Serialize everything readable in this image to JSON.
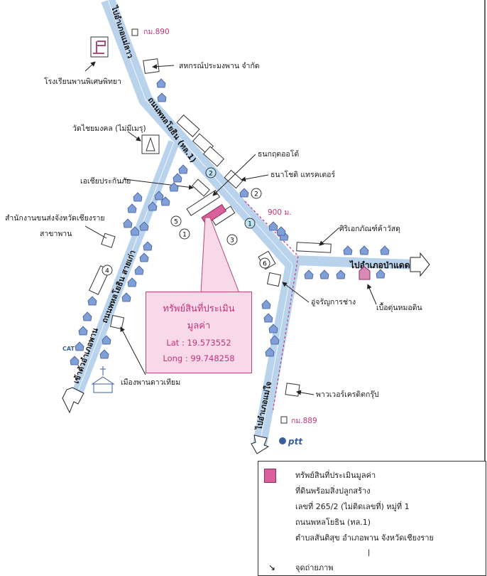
{
  "roads": {
    "to_mae_lao": "ไปอำเภอแม่ลาว",
    "phahonyothin": "ถนนพหลโยธิน (ทล.1)",
    "phahonyothin_old": "ถนนพหลโยธิน สายเก่า",
    "to_phan_town": "เข้าตัวอำเภอพาน",
    "to_pa_daet": "ไปอำเภอป่าแดด",
    "to_mae_chai": "ไปอำเภอแม่ใจ"
  },
  "km_markers": [
    "กม.890",
    "กม.889"
  ],
  "distance": "900 ม.",
  "landmarks": {
    "school": "โรงเรียนพานพิเศษพิทยา",
    "coop": "สหกรณ์ประมงพาน จำกัด",
    "temple": "วัดไชยมงคล (ไม่มีเมรุ)",
    "asia_insurance": "เอเชียประกันภัย",
    "transport_office": "สำนักงานขนส่งจังหวัดเชียงราย",
    "transport_office_2": "สาขาพาน",
    "thanakrit": "ธนกฤตออโต้",
    "thanachot": "ธนาโชติ แทรคเตอร์",
    "sirichok": "ศิริเอกภัณฑ์ค้าวัสดุ",
    "ujaran": "อู่จรัญการช่าง",
    "jar_shop": "เบื้อตุ่นหมอดิน",
    "muang_phan": "เมืองพานดาวเทียม",
    "power_credit": "พาวเวอร์เครดิตกรุ๊ป",
    "cat": "CAT",
    "ptt": "ptt"
  },
  "photo_points": [
    "1",
    "2",
    "3",
    "4",
    "5",
    "6"
  ],
  "callout": {
    "title_1": "ทรัพย์สินที่ประเมิน",
    "title_2": "มูลค่า",
    "lat": "Lat : 19.573552",
    "long": "Long : 99.748258"
  },
  "legend": {
    "lines": [
      "ทรัพย์สินที่ประเมินมูลค่า",
      "ที่ดินพร้อมสิ่งปลูกสร้าง",
      "เลขที่ 265/2 (ไม่ติดเลขที่) หมู่ที่ 1",
      "ถนนพหลโยธิน (ทล.1)",
      "ตำบลสันติสุข อำเภอพาน จังหวัดเชียงราย"
    ],
    "photo_point": "จุดถ่ายภาพ"
  },
  "colors": {
    "road": "#b9d3ec",
    "property": "#d9609a",
    "accent": "#c2337a"
  }
}
